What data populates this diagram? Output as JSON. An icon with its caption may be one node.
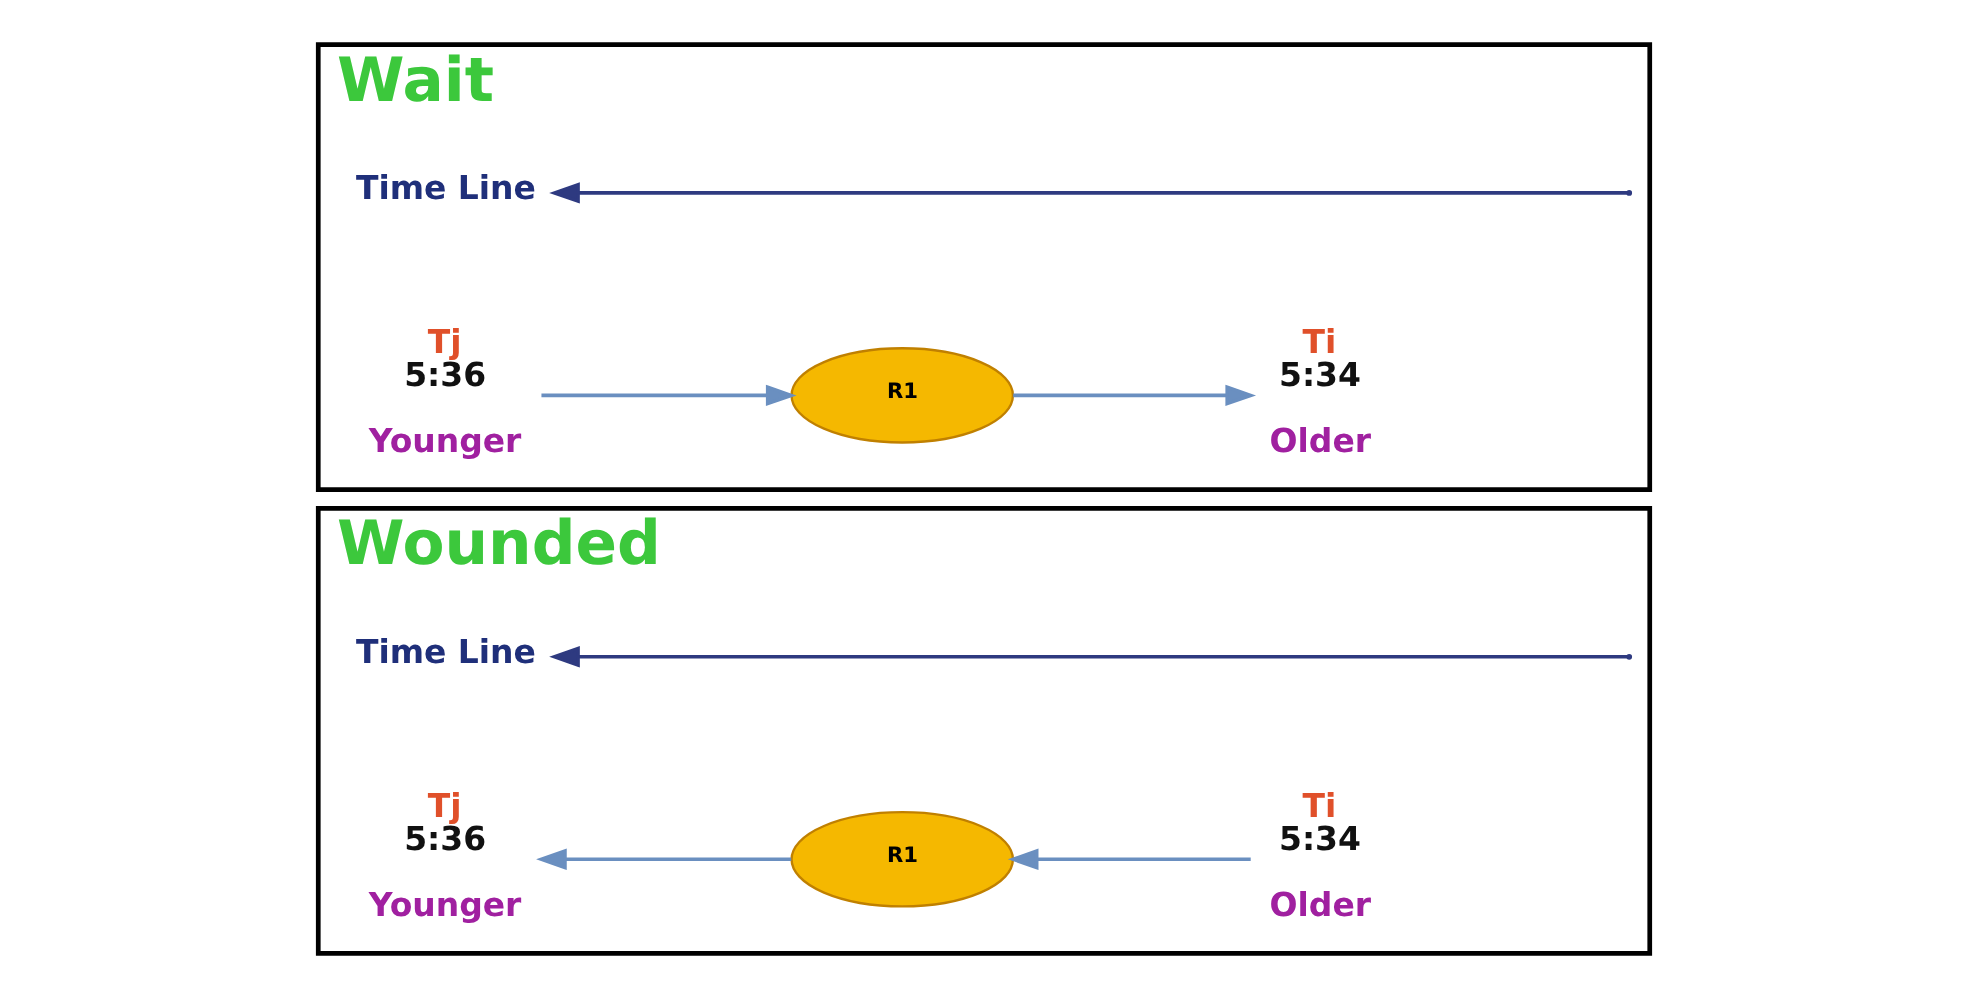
{
  "diagram": {
    "nodes": [
      {
        "text": [
          "Wounded"
        ]
      },
      {
        "text": [
          "Time Line"
        ],
        "in": 0
      },
      {
        "text": [
          "Tj",
          "5:36"
        ],
        "beside": [
          "Younger"
        ],
        "in": 0
      },
      {
        "text": [
          "R1"
        ],
        "in": 0
      },
      {
        "text": [
          "Ti",
          "5:34"
        ],
        "beside": [
          "Older"
        ],
        "in": 0
      },
      {
        "text": [
          "Wait"
        ]
      },
      {
        "text": [
          "Time Line"
        ],
        "in": 5
      },
      {
        "text": [
          "Tj",
          "5:36"
        ],
        "beside": [
          "Younger"
        ],
        "in": 5
      },
      {
        "text": [
          "R1"
        ],
        "in": 5
      },
      {
        "text": [
          "Ti",
          "5:34"
        ],
        "beside": [
          "Older"
        ],
        "in": 5
      }
    ],
    "edges": [
      {
        "from": null,
        "to": 1,
        "arrow": "to",
        "color": "#2e3a80"
      },
      {
        "from": 3,
        "to": 2,
        "arrow": "to"
      },
      {
        "from": 4,
        "to": 3,
        "arrow": "to"
      },
      {
        "from": null,
        "to": 6,
        "arrow": "to",
        "color": "#2e3a80"
      },
      {
        "from": 7,
        "to": 8,
        "arrow": "to"
      },
      {
        "from": 8,
        "to": 9,
        "arrow": "to"
      }
    ]
  }
}
